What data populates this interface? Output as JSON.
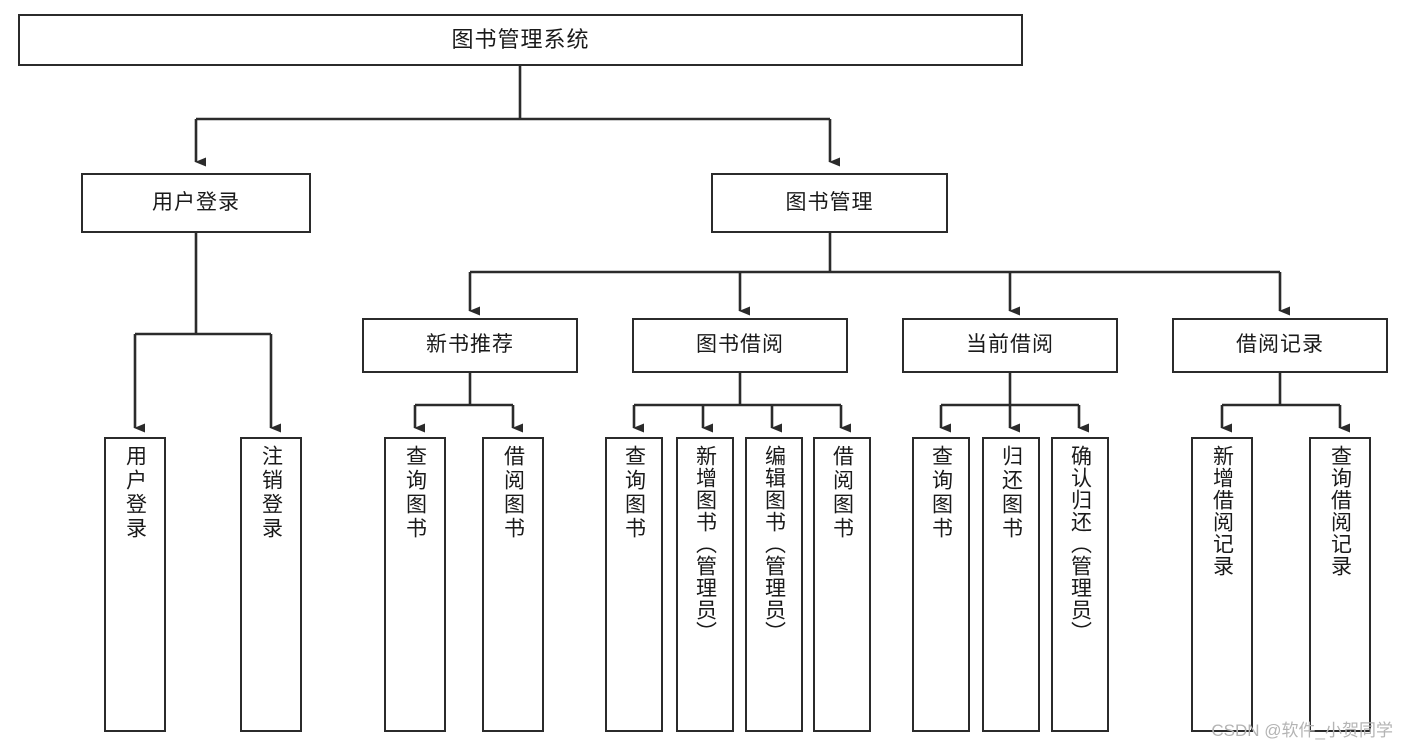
{
  "diagram": {
    "type": "tree-hierarchy",
    "title": "图书管理系统",
    "orientation": "top-down",
    "colors": {
      "box_border": "#2b2b2b",
      "box_fill": "#ffffff",
      "connector": "#2b2b2b",
      "text": "#1a1a1a",
      "watermark": "#b4b4b4"
    }
  },
  "watermark": {
    "text": "CSDN @软件_小贺同学"
  },
  "nodes": {
    "root": {
      "label": "图书管理系统"
    },
    "level2": [
      {
        "label": "用户登录"
      },
      {
        "label": "图书管理"
      }
    ],
    "level3": [
      {
        "label": "新书推荐"
      },
      {
        "label": "图书借阅"
      },
      {
        "label": "当前借阅"
      },
      {
        "label": "借阅记录"
      }
    ],
    "leaves": {
      "user_login": [
        {
          "label": "用户登录"
        },
        {
          "label": "注销登录"
        }
      ],
      "new_book_recommend": [
        {
          "label": "查询图书"
        },
        {
          "label": "借阅图书"
        }
      ],
      "book_borrow": [
        {
          "label": "查询图书"
        },
        {
          "label": "新增图书（管理员）"
        },
        {
          "label": "编辑图书（管理员）"
        },
        {
          "label": "借阅图书"
        }
      ],
      "current_borrow": [
        {
          "label": "查询图书"
        },
        {
          "label": "归还图书"
        },
        {
          "label": "确认归还（管理员）"
        }
      ],
      "borrow_record": [
        {
          "label": "新增借阅记录"
        },
        {
          "label": "查询借阅记录"
        }
      ]
    }
  }
}
